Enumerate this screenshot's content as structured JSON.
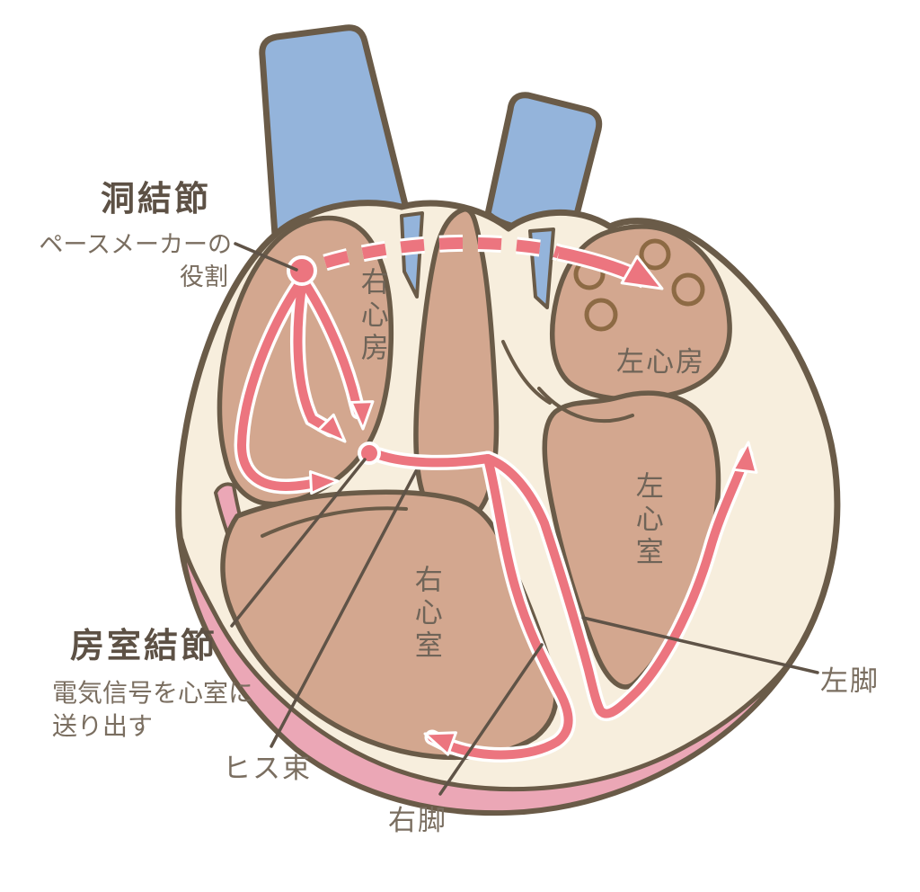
{
  "diagram": {
    "type": "heart-conduction-system-illustration",
    "labels": {
      "sa_node": {
        "title": "洞結節",
        "desc_line1": "ペースメーカーの",
        "desc_line2": "役割"
      },
      "av_node": {
        "title": "房室結節",
        "desc_line1": "電気信号を心室に",
        "desc_line2": "送り出す"
      },
      "his_bundle": "ヒス束",
      "right_bundle_branch": "右脚",
      "left_bundle_branch": "左脚"
    },
    "chambers": {
      "right_atrium": "右心房",
      "left_atrium": "左心房",
      "right_ventricle": "右心室",
      "left_ventricle": "左心室"
    },
    "colors": {
      "conduction_pink": "#ec757f",
      "vessel_blue": "#94b4db",
      "myocardium_tan": "#d3a78f",
      "wall_cream": "#f7eedd",
      "epicardium_pink": "#eba7b6",
      "outline_brown": "#6a5b48",
      "pulmonary_vein_ring_brown": "#8d6a44",
      "heading_text": "#5d5145",
      "label_text": "#7a6e60"
    }
  }
}
